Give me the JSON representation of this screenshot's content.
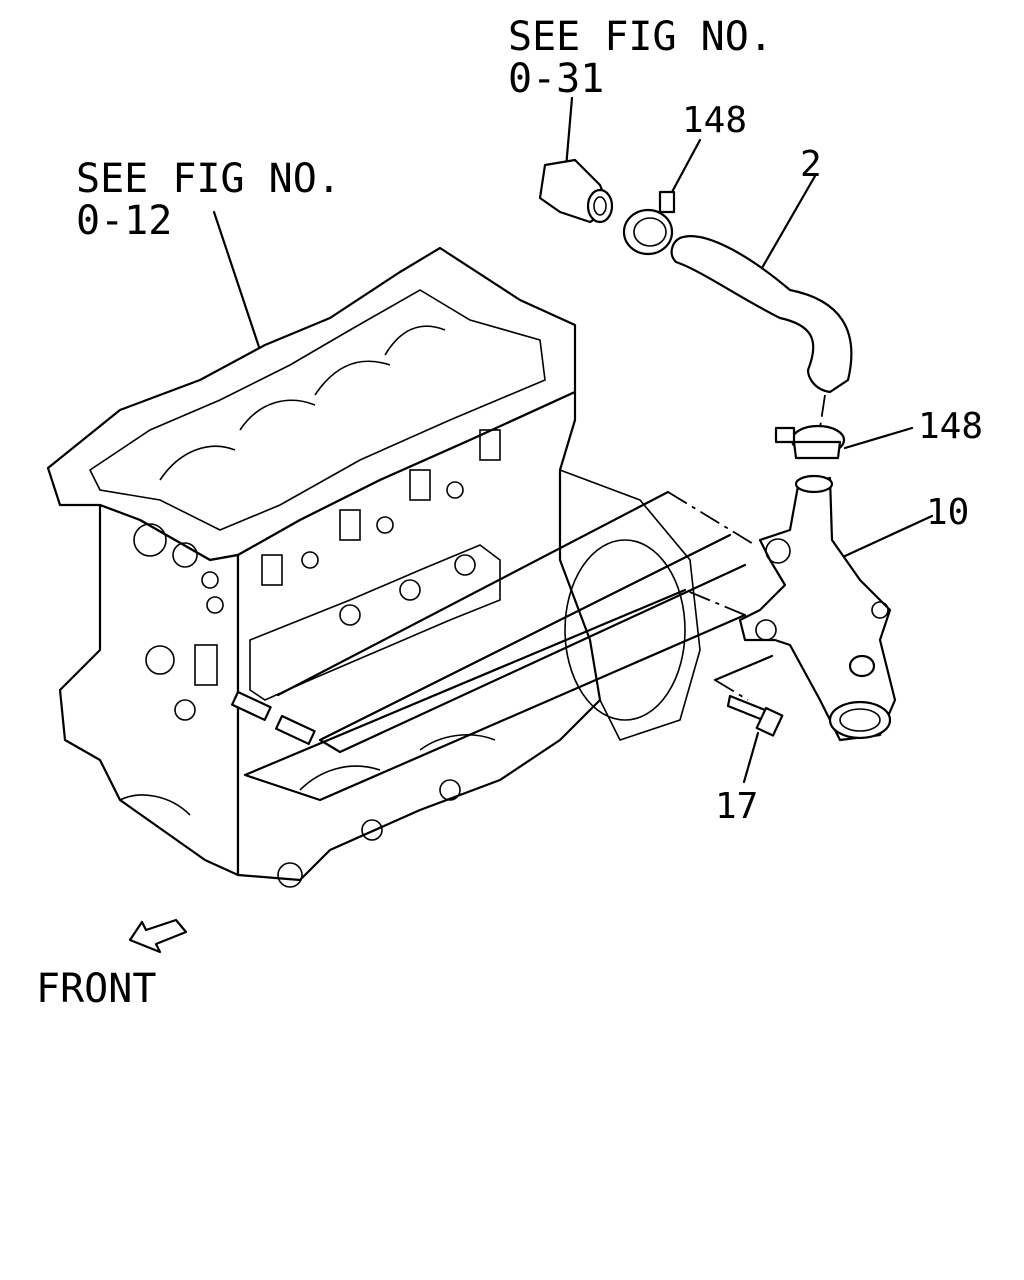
{
  "references": {
    "upper": {
      "line1": "SEE FIG NO.",
      "line2": "0-31"
    },
    "left": {
      "line1": "SEE FIG NO.",
      "line2": "0-12"
    }
  },
  "callouts": {
    "clamp_upper": "148",
    "hose": "2",
    "clamp_lower": "148",
    "outlet_pipe": "10",
    "bolt": "17"
  },
  "direction": {
    "label": "FRONT",
    "icon": "front-arrow-icon"
  }
}
